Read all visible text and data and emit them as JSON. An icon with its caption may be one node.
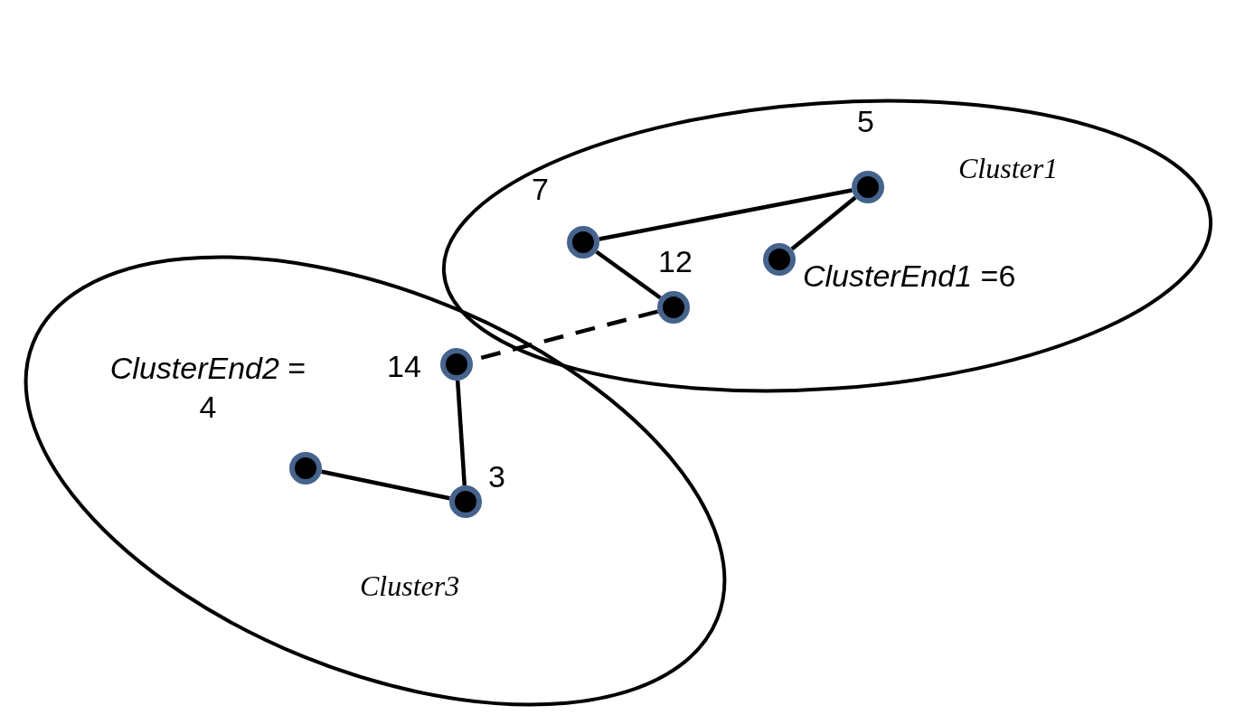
{
  "diagram": {
    "nodes": [
      {
        "text": [
          "Cluster1"
        ]
      },
      {
        "text": [],
        "shape": "circle",
        "in": 0,
        "beside": [
          "7"
        ]
      },
      {
        "text": [],
        "shape": "circle",
        "in": 0,
        "beside": [
          "5"
        ]
      },
      {
        "text": [],
        "shape": "circle",
        "in": 0,
        "beside": [
          "12"
        ]
      },
      {
        "text": [],
        "shape": "circle",
        "in": 0,
        "beside": [
          "*ClusterEnd1* =6"
        ]
      },
      {
        "text": [
          "Cluster3"
        ]
      },
      {
        "text": [],
        "shape": "circle",
        "in": 5,
        "beside": [
          "14"
        ]
      },
      {
        "text": [],
        "shape": "circle",
        "in": 5,
        "beside": [
          "*ClusterEnd2* = 4"
        ]
      },
      {
        "text": [],
        "shape": "circle",
        "in": 5,
        "beside": [
          "3"
        ]
      }
    ],
    "edges": [
      {
        "from": 1,
        "to": 2,
        "arrow": "none"
      },
      {
        "from": 2,
        "to": 4,
        "arrow": "none"
      },
      {
        "from": 1,
        "to": 3,
        "arrow": "none"
      },
      {
        "from": 3,
        "to": 6,
        "arrow": "none",
        "style": "dashed"
      },
      {
        "from": 6,
        "to": 8,
        "arrow": "none"
      },
      {
        "from": 7,
        "to": 8,
        "arrow": "none"
      }
    ]
  }
}
